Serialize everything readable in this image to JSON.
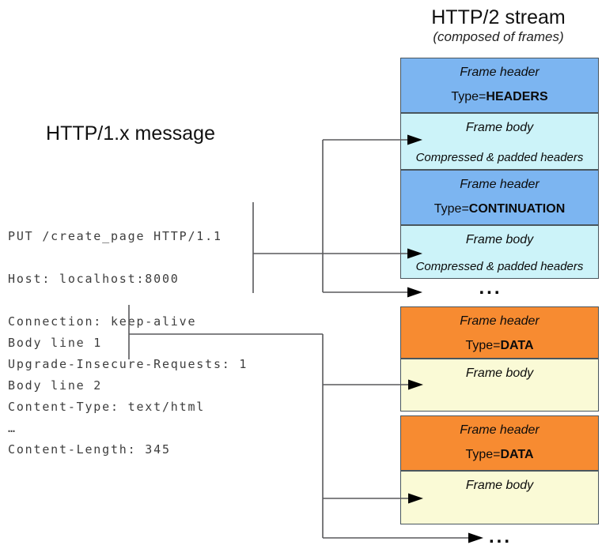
{
  "right_panel": {
    "title": "HTTP/2 stream",
    "subtitle": "(composed of frames)",
    "frames": [
      {
        "header_label": "Frame header",
        "type_prefix": "Type=",
        "type_value": "HEADERS",
        "body_label": "Frame body",
        "body_note": "Compressed & padded headers"
      },
      {
        "header_label": "Frame header",
        "type_prefix": "Type=",
        "type_value": "CONTINUATION",
        "body_label": "Frame body",
        "body_note": "Compressed & padded headers"
      },
      {
        "header_label": "Frame header",
        "type_prefix": "Type=",
        "type_value": "DATA",
        "body_label": "Frame body",
        "body_note": ""
      },
      {
        "header_label": "Frame header",
        "type_prefix": "Type=",
        "type_value": "DATA",
        "body_label": "Frame body",
        "body_note": ""
      }
    ],
    "ellipsis_mid": "...",
    "ellipsis_end": "..."
  },
  "left_panel": {
    "title": "HTTP/1.x message",
    "request_lines": [
      "PUT /create_page HTTP/1.1",
      "Host: localhost:8000",
      "Connection: keep-alive",
      "Upgrade-Insecure-Requests: 1",
      "Content-Type: text/html",
      "Content-Length: 345"
    ],
    "body_lines": [
      "Body line 1",
      "Body line 2",
      "…"
    ]
  },
  "colors": {
    "frame_header_blue": "#7cb5f1",
    "frame_body_cyan": "#ccf3f9",
    "frame_header_orange": "#f78b31",
    "frame_body_yellow": "#fafad6",
    "box_border": "#49565e",
    "connector_gray": "#59595b",
    "arrowhead_black": "#000000"
  }
}
